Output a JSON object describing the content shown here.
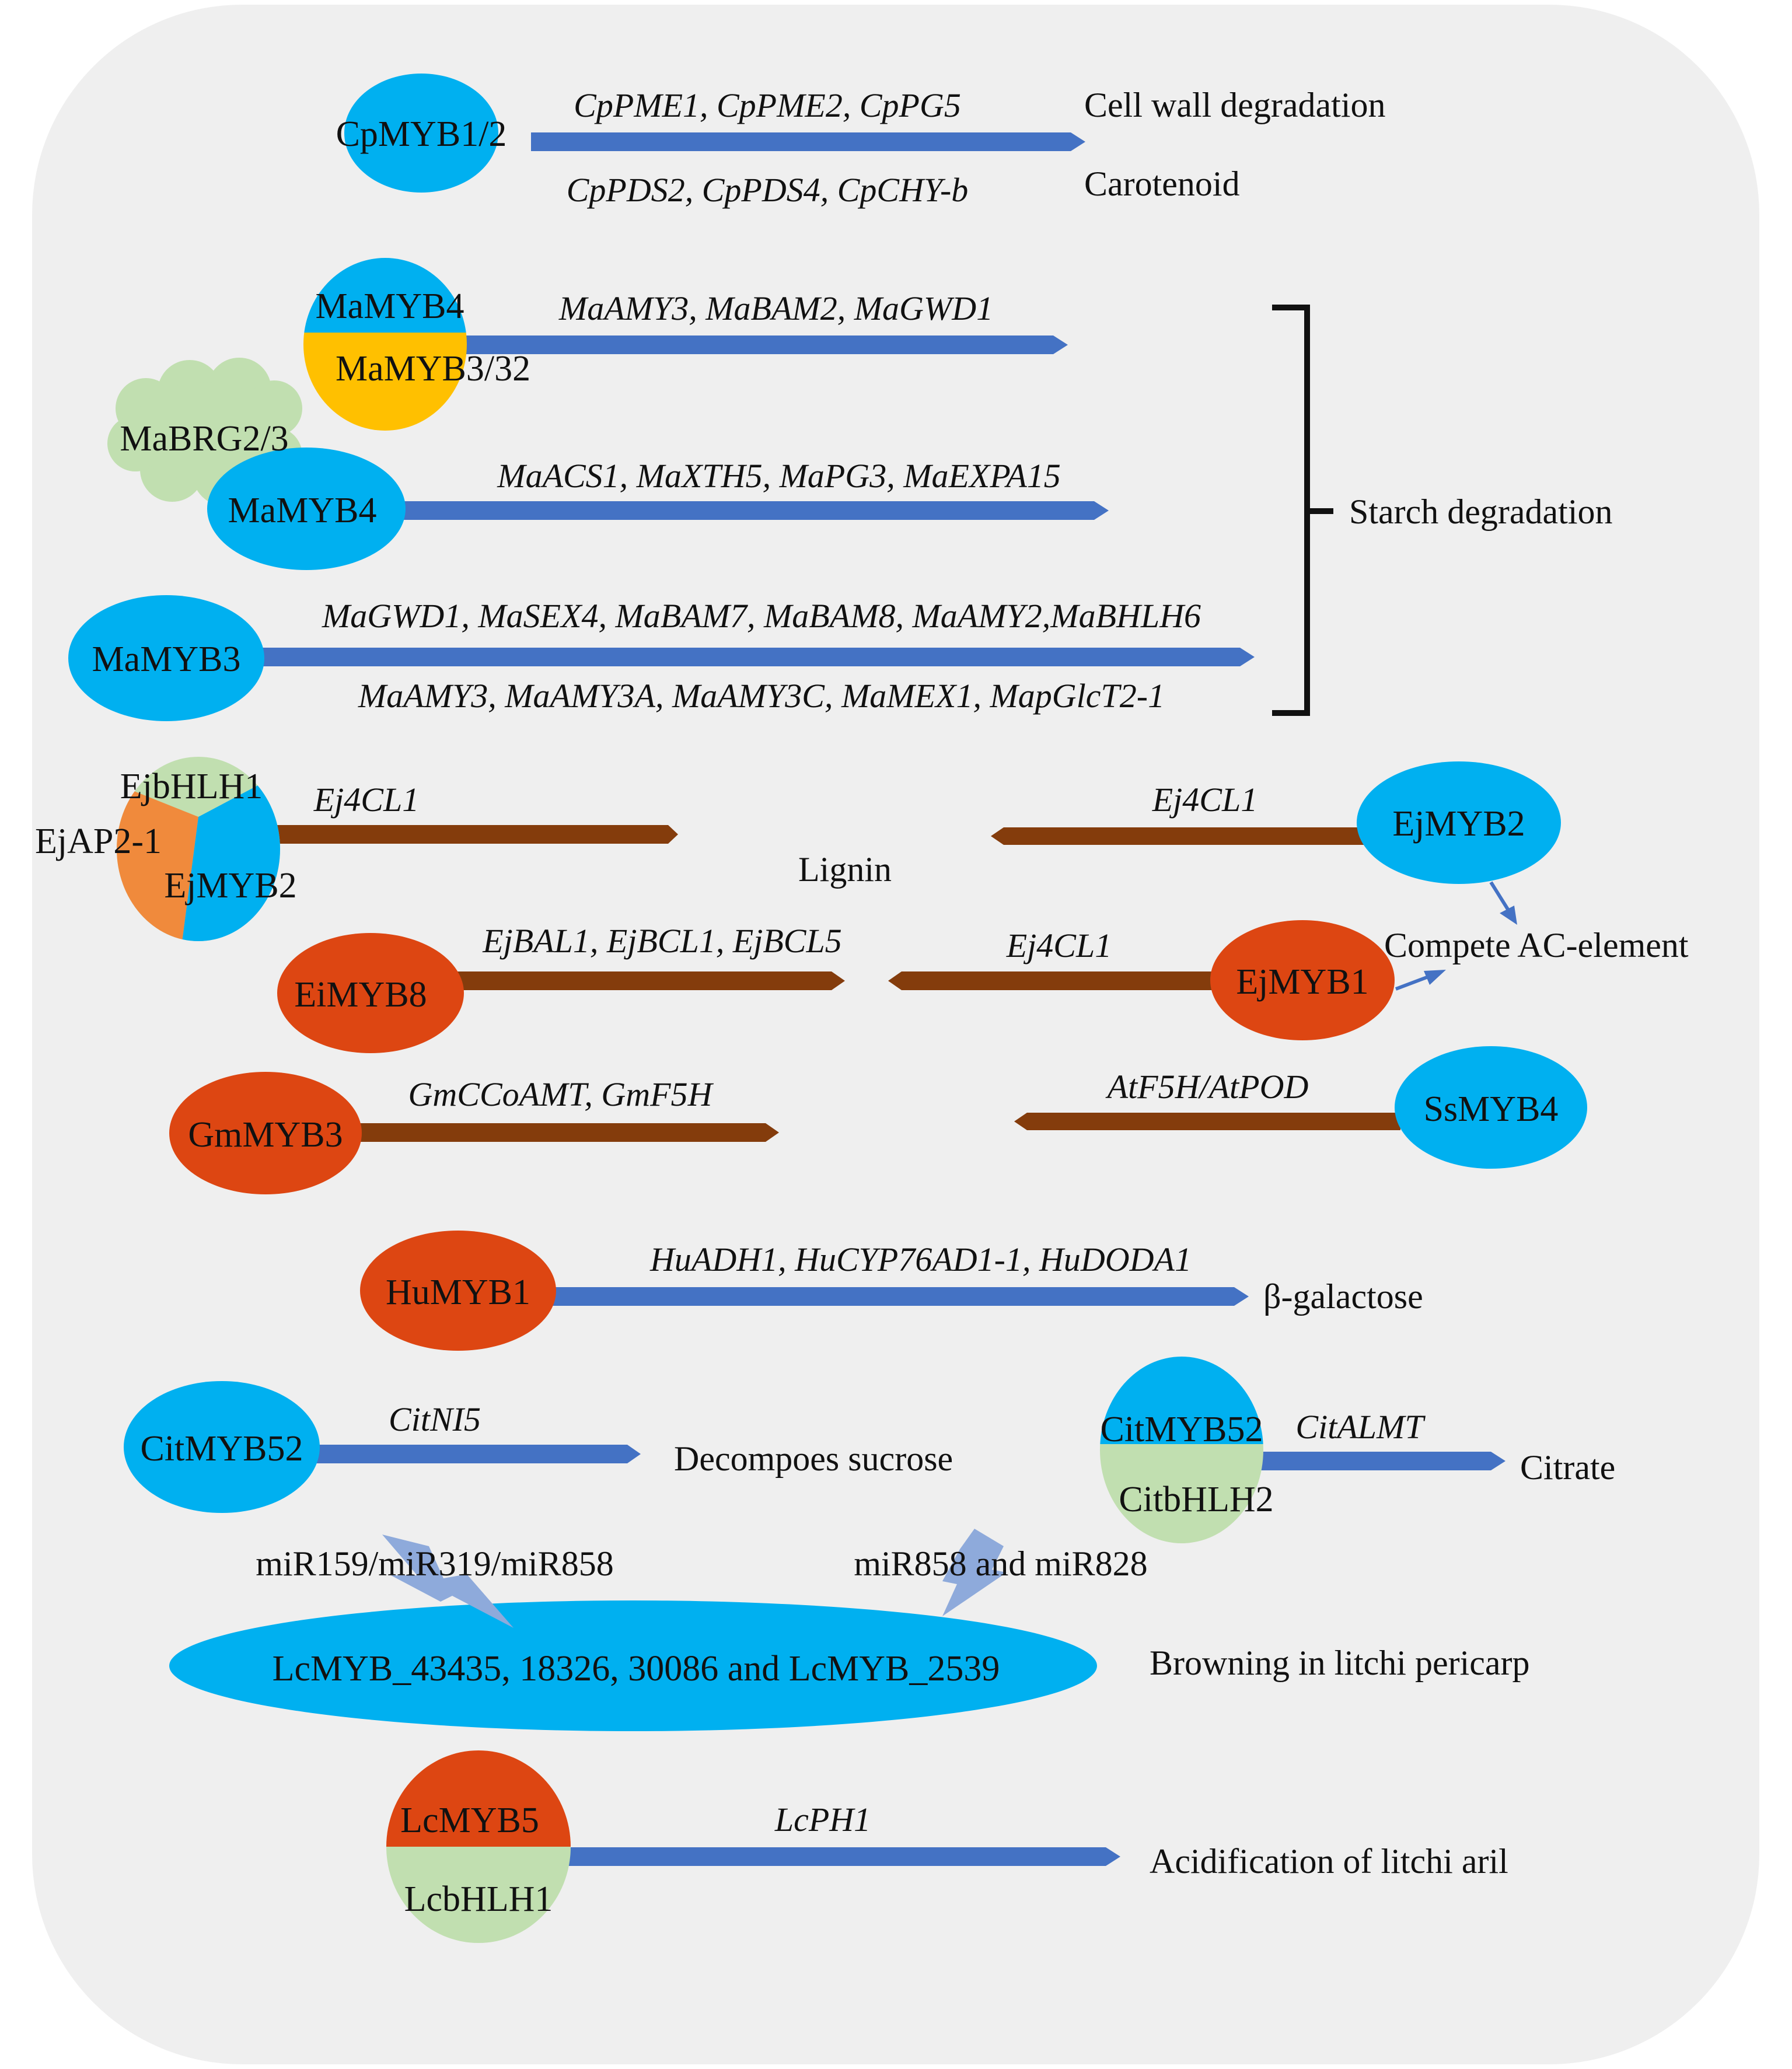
{
  "colors": {
    "panel_bg": "#efefef",
    "blue_protein": "#00b0f0",
    "red_protein": "#dd4612",
    "green_protein": "#c1dfb0",
    "orange_protein": "#f08a3c",
    "yellow_protein": "#ffc000",
    "blue_arrow": "#4472c4",
    "brown_arrow": "#843c0c",
    "mirna_bolt": "#8eaadb",
    "bracket": "#111111"
  },
  "proteins": {
    "cpmyb12": "CpMYB1/2",
    "mamyb4_top": "MaMYB4",
    "mamyb3_32": "MaMYB3/32",
    "mabrg23": "MaBRG2/3",
    "mamyb4_mid": "MaMYB4",
    "mamyb3": "MaMYB3",
    "ejbhlh1": "EjbHLH1",
    "ejap21": "EjAP2-1",
    "ejmyb2_left": "EjMYB2",
    "ejmyb2_right": "EjMYB2",
    "eimyb8": "EiMYB8",
    "ejmyb1": "EjMYB1",
    "gmmyb3": "GmMYB3",
    "ssmyb4": "SsMYB4",
    "humyb1": "HuMYB1",
    "citmyb52_left": "CitMYB52",
    "citmyb52_right": "CitMYB52",
    "citbhlh2": "CitbHLH2",
    "lcmyb_group": "LcMYB_43435, 18326, 30086 and LcMYB_2539",
    "lcmyb5": "LcMYB5",
    "lcbhlh1": "LcbHLH1"
  },
  "genes": {
    "cp_top": "CpPME1, CpPME2, CpPG5",
    "cp_bottom": "CpPDS2, CpPDS4, CpCHY-b",
    "ma_row1": "MaAMY3, MaBAM2, MaGWD1",
    "ma_row2": "MaACS1, MaXTH5, MaPG3, MaEXPA15",
    "ma_row3_top": "MaGWD1, MaSEX4, MaBAM7, MaBAM8, MaAMY2,MaBHLH6",
    "ma_row3_bottom": "MaAMY3, MaAMY3A, MaAMY3C, MaMEX1, MapGlcT2-1",
    "ej4cl1_left": "Ej4CL1",
    "ej4cl1_right": "Ej4CL1",
    "ejbal": "EjBAL1, EjBCL1, EjBCL5",
    "ej4cl1_mid": "Ej4CL1",
    "gm": "GmCCoAMT, GmF5H",
    "at": "AtF5H/AtPOD",
    "hu": "HuADH1, HuCYP76AD1-1, HuDODA1",
    "citni5": "CitNI5",
    "citalmt": "CitALMT",
    "lcph1": "LcPH1"
  },
  "processes": {
    "cell_wall": "Cell wall degradation",
    "carotenoid": "Carotenoid",
    "starch": "Starch degradation",
    "lignin": "Lignin",
    "compete": "Compete AC-element",
    "galactose": "β-galactose",
    "sucrose": "Decompoes sucrose",
    "citrate": "Citrate",
    "browning": "Browning in litchi pericarp",
    "acidification": "Acidification of litchi aril"
  },
  "mirnas": {
    "left": "miR159/miR319/miR858",
    "right": "miR858 and miR828"
  }
}
